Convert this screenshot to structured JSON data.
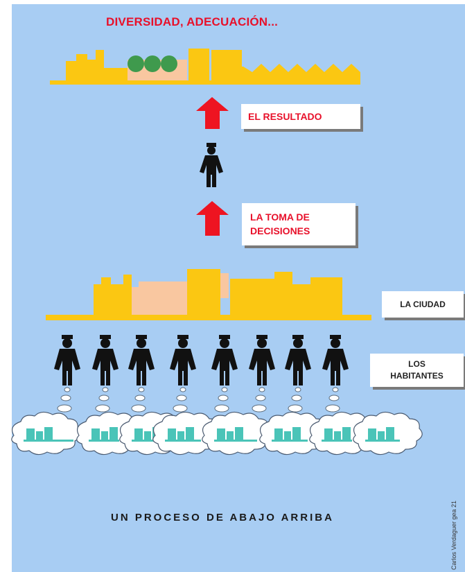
{
  "headline": "DIVERSIDAD, ADECUACIÓN...",
  "result_label": "EL RESULTADO",
  "decision_label": [
    "LA TOMA DE",
    "DECISIONES"
  ],
  "city_label": "LA CIUDAD",
  "inhabitants_label": [
    "LOS",
    "HABITANTES"
  ],
  "footer": "UN PROCESO DE ABAJO ARRIBA",
  "credit": "Carlos Verdaguer  gea 21",
  "colors": {
    "background": "#a8cdf3",
    "city": "#fbc712",
    "city_light": "#f9c7a0",
    "trees": "#3f9a4d",
    "arrow": "#ee1421",
    "person": "#111111",
    "thought_city": "#4ac4b8",
    "text_red": "#e8102a"
  },
  "icons": [
    "person-icon",
    "up-arrow-icon",
    "thought-cloud-icon",
    "city-skyline-icon"
  ]
}
